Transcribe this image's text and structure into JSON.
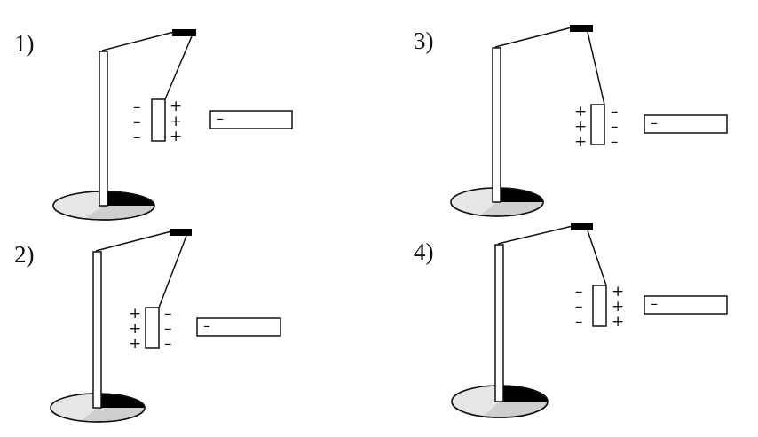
{
  "colors": {
    "stroke": "#111111",
    "base_light": "#cfcfcf",
    "base_dark": "#000000",
    "background": "#ffffff"
  },
  "panels": [
    {
      "label": "1)",
      "plate_left": [
        "–",
        "–",
        "–"
      ],
      "plate_right": [
        "+",
        "+",
        "+"
      ],
      "rod_charge": "–"
    },
    {
      "label": "2)",
      "plate_left": [
        "+",
        "+",
        "+"
      ],
      "plate_right": [
        "–",
        "–",
        "–"
      ],
      "rod_charge": "–"
    },
    {
      "label": "3)",
      "plate_left": [
        "+",
        "+",
        "+"
      ],
      "plate_right": [
        "–",
        "–",
        "–"
      ],
      "rod_charge": "–"
    },
    {
      "label": "4)",
      "plate_left": [
        "–",
        "–",
        "–"
      ],
      "plate_right": [
        "+",
        "+",
        "+"
      ],
      "rod_charge": "–"
    }
  ]
}
